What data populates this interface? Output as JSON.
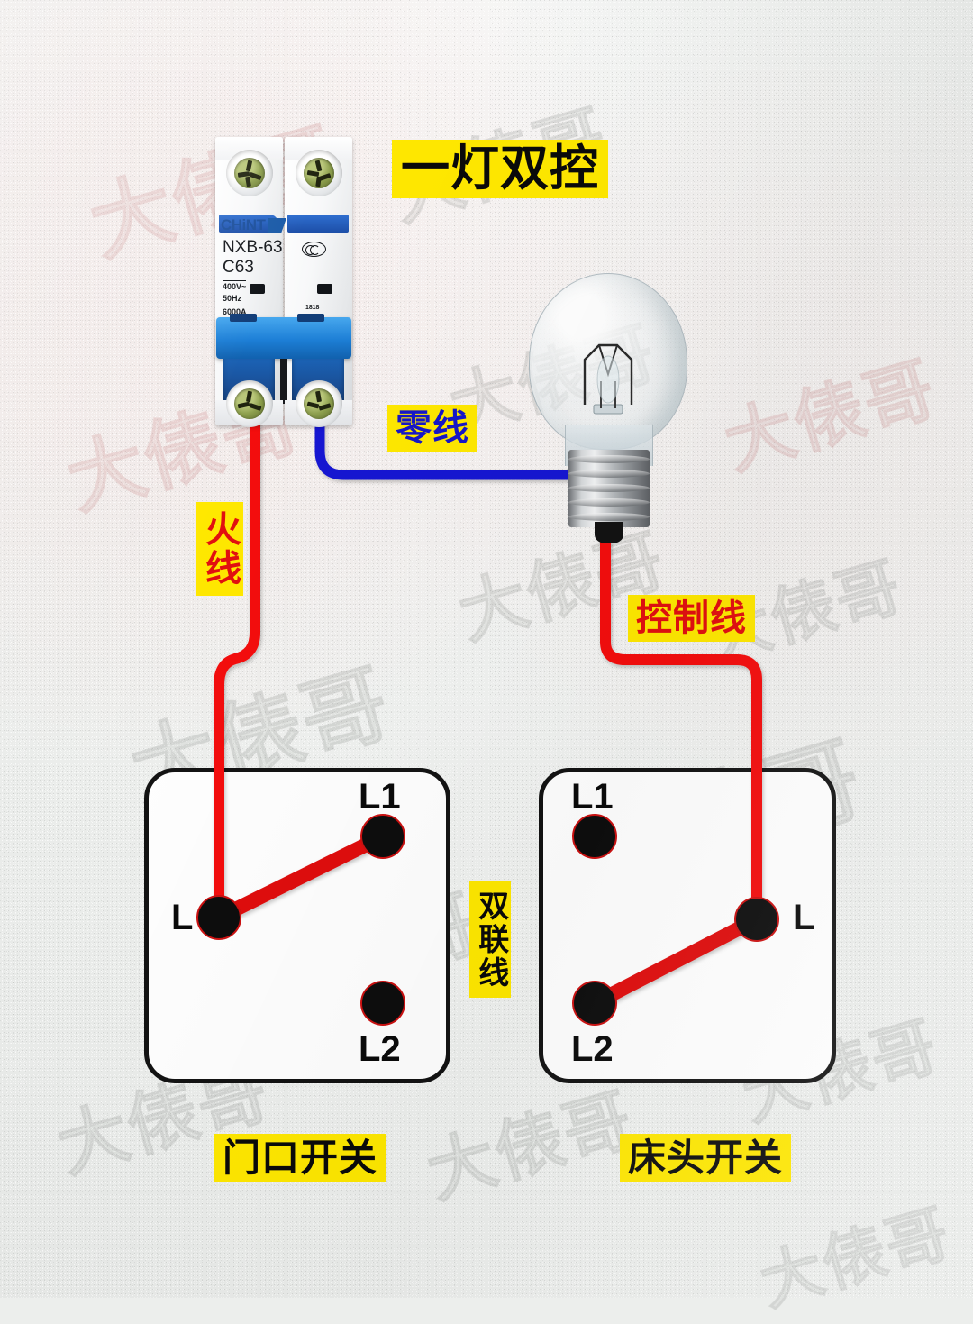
{
  "diagram": {
    "title": "一灯双控",
    "watermark_text": "大俵哥",
    "colors": {
      "live_wire": "#f41010",
      "neutral_wire": "#1414d2",
      "label_bg": "#ffe800",
      "terminal": "#0d0d0d",
      "box_border": "#131313",
      "wall": "#eceeec"
    }
  },
  "breaker": {
    "brand": "CHiNT",
    "model": "NXB-63",
    "rating": "C63",
    "voltage": "400V~",
    "frequency": "50Hz",
    "breaking_capacity": "6000A",
    "cert_mark": "CCC",
    "pole_mark": "1 8  1 8"
  },
  "labels": {
    "live": "火线",
    "neutral": "零线",
    "control": "控制线",
    "traveler": "双联线"
  },
  "switches": [
    {
      "name": "门口开关",
      "terminals": {
        "common": "L",
        "t1": "L1",
        "t2": "L2"
      },
      "blade_position": "L1"
    },
    {
      "name": "床头开关",
      "terminals": {
        "common": "L",
        "t1": "L1",
        "t2": "L2"
      },
      "blade_position": "L2"
    }
  ],
  "lamp": {
    "type": "incandescent-bulb",
    "base": "E27"
  }
}
